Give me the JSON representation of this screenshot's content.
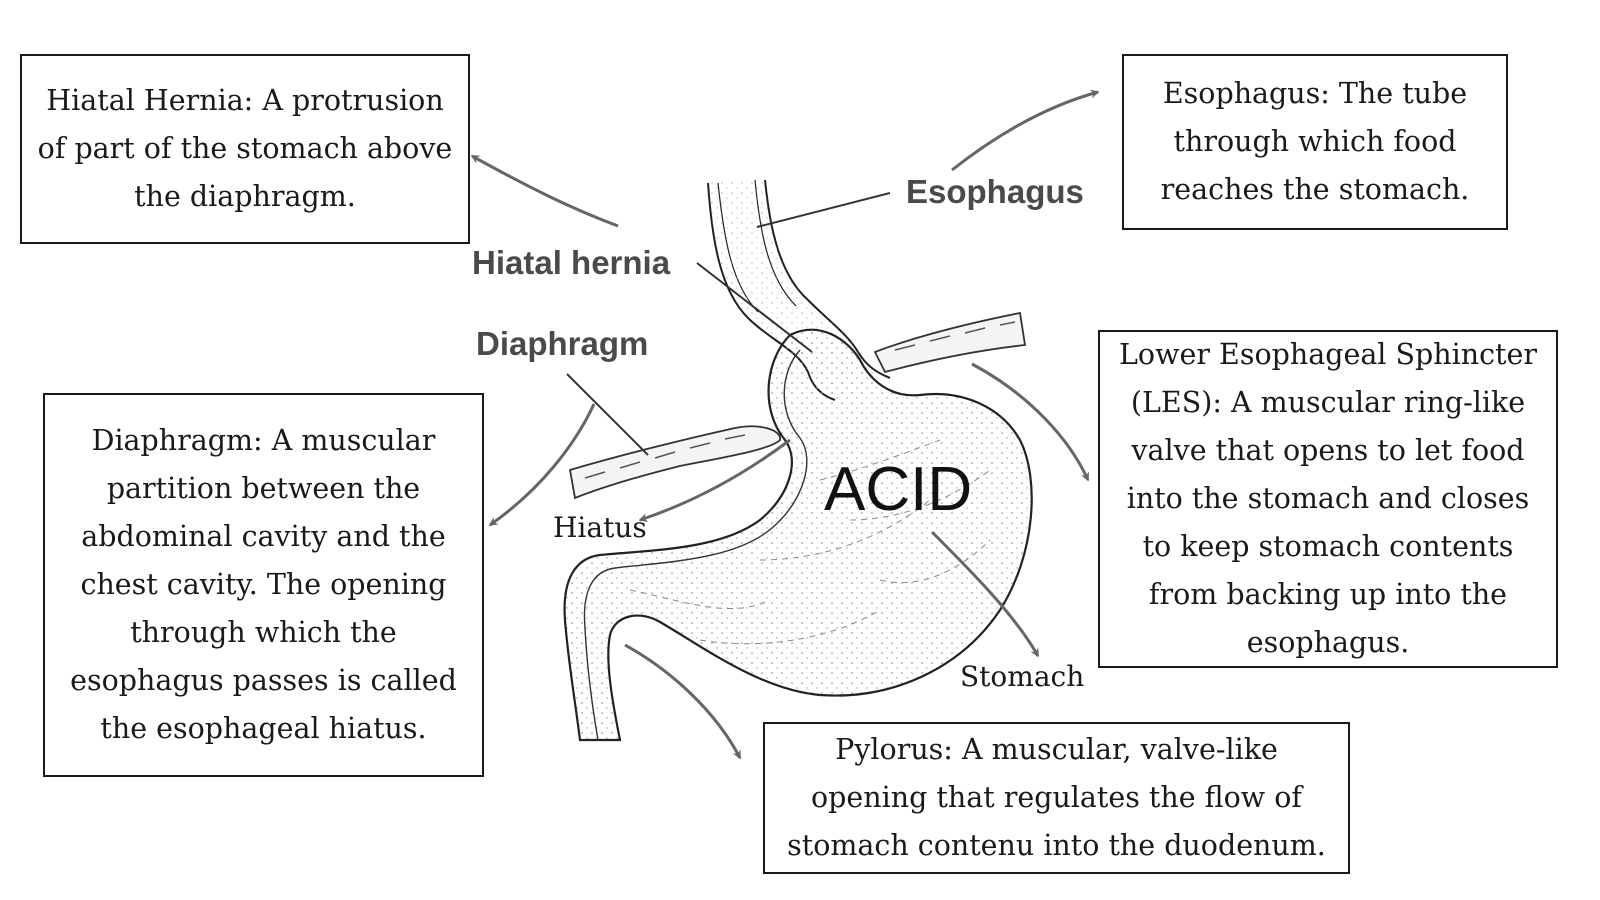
{
  "boxes": {
    "hiatal_hernia": "Hiatal Hernia: A protrusion of part of the stomach above the diaphragm.",
    "esophagus": "Esophagus: The tube through which food reaches the stomach.",
    "diaphragm": "Diaphragm: A muscular partition between the abdominal cavity and the chest cavity. The opening through which the esophagus passes is called the esophageal hiatus.",
    "les": "Lower Esophageal Sphincter (LES): A muscular ring-like valve that opens to let food into the stomach and closes to keep stomach contents from backing up into the esophagus.",
    "pylorus": "Pylorus: A muscular, valve-like opening that regulates the flow of stomach contenu into the duodenum."
  },
  "labels": {
    "esophagus": "Esophagus",
    "hiatal_hernia": "Hiatal hernia",
    "diaphragm": "Diaphragm",
    "hiatus": "Hiatus",
    "acid": "ACID",
    "stomach": "Stomach"
  },
  "colors": {
    "arrow": "#666666",
    "outline": "#1a1a1a",
    "image_label": "#4a4a4a"
  }
}
